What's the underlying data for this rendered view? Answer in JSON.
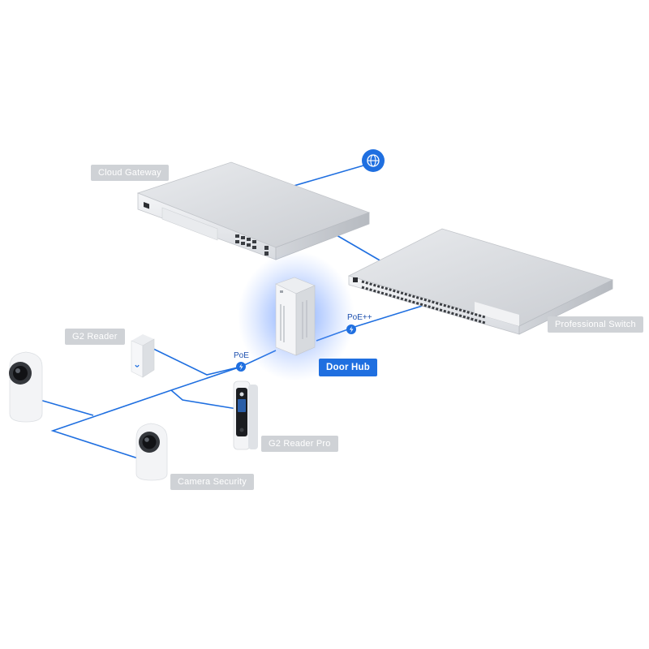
{
  "devices": {
    "cloud_gateway": "Cloud Gateway",
    "professional_switch": "Professional Switch",
    "door_hub": "Door Hub",
    "g2_reader": "G2 Reader",
    "g2_reader_pro": "G2 Reader Pro",
    "camera_security": "Camera Security"
  },
  "links": {
    "poe_plus": "PoE++",
    "poe": "PoE"
  },
  "icons": {
    "internet": "globe-icon",
    "power": "lightning-icon"
  },
  "colors": {
    "cable": "#1f6fe0",
    "active_label": "#1f6fe0",
    "inactive_label": "#cfd2d6",
    "glow": "#3b7bff"
  }
}
